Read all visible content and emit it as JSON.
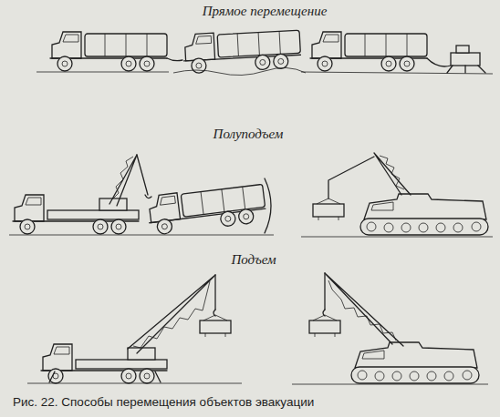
{
  "diagram": {
    "caption": "Рис. 22. Способы перемещения объектов эвакуации",
    "labels": [
      "Прямое перемещение",
      "Полуподъем",
      "Подъем"
    ]
  }
}
